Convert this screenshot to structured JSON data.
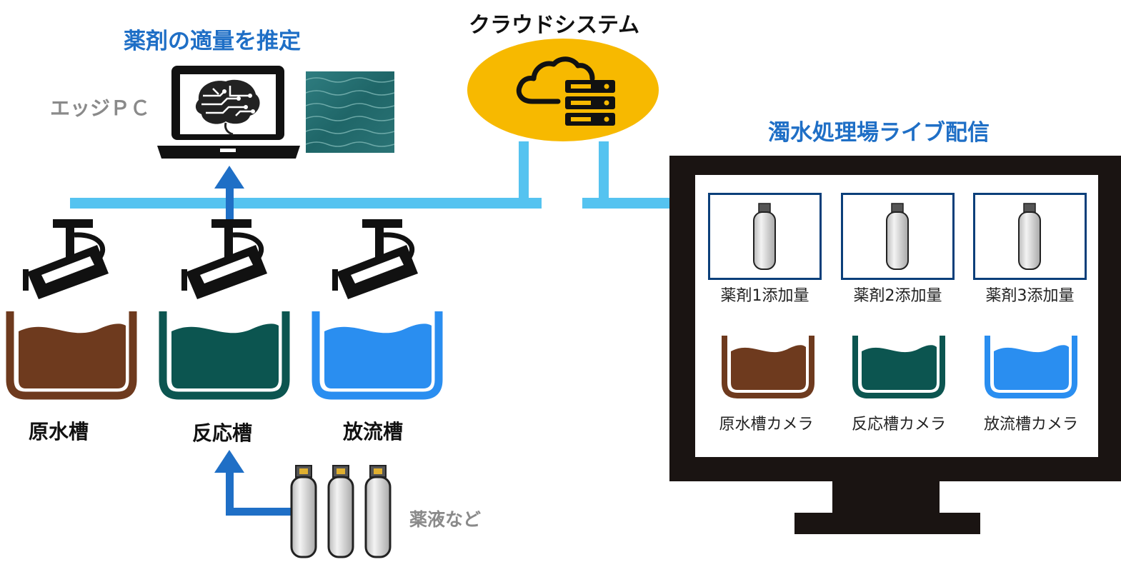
{
  "titles": {
    "estimate": "薬剤の適量を推定",
    "cloud": "クラウドシステム",
    "live": "濁水処理場ライブ配信"
  },
  "labels": {
    "edge_pc": "エッジＰＣ",
    "chemicals": "薬液など"
  },
  "tanks": [
    {
      "label": "原水槽",
      "color": "#6e3a1e"
    },
    {
      "label": "反応槽",
      "color": "#0c5550"
    },
    {
      "label": "放流槽",
      "color": "#2a8ef0"
    }
  ],
  "monitor": {
    "dosage_cards": [
      "薬剤1添加量",
      "薬剤2添加量",
      "薬剤3添加量"
    ],
    "cameras": [
      "原水槽カメラ",
      "反応槽カメラ",
      "放流槽カメラ"
    ]
  },
  "colors": {
    "title_blue": "#1f6fc6",
    "network_line": "#55c3f0",
    "flow_arrow": "#1f6fc6",
    "cloud_ellipse": "#f7b900",
    "card_border": "#0b3f7a"
  },
  "icons": [
    "cloud-server-icon",
    "laptop-brain-icon",
    "cctv-camera-icon",
    "gas-cylinder-icon",
    "water-photo-thumbnail"
  ]
}
